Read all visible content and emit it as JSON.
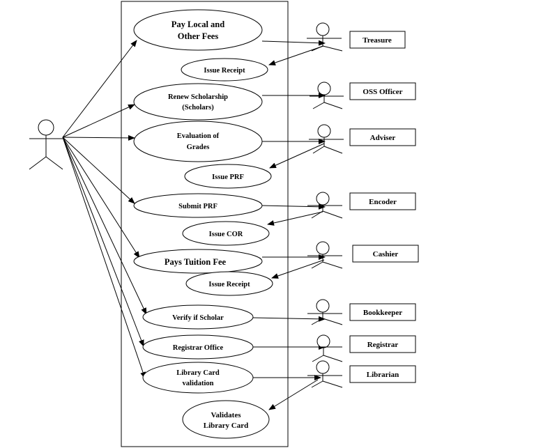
{
  "use_cases": [
    {
      "id": "pay-fees",
      "lines": [
        "Pay Local and",
        "Other Fees"
      ]
    },
    {
      "id": "issue-receipt-1",
      "lines": [
        "Issue Receipt"
      ]
    },
    {
      "id": "renew-scholarship",
      "lines": [
        "Renew Scholarship",
        "(Scholars)"
      ]
    },
    {
      "id": "evaluation-grades",
      "lines": [
        "Evaluation of",
        "Grades"
      ]
    },
    {
      "id": "issue-prf",
      "lines": [
        "Issue PRF"
      ]
    },
    {
      "id": "submit-prf",
      "lines": [
        "Submit PRF"
      ]
    },
    {
      "id": "issue-cor",
      "lines": [
        "Issue COR"
      ]
    },
    {
      "id": "pays-tuition",
      "lines": [
        "Pays Tuition Fee"
      ]
    },
    {
      "id": "issue-receipt-2",
      "lines": [
        "Issue Receipt"
      ]
    },
    {
      "id": "verify-scholar",
      "lines": [
        "Verify if Scholar"
      ]
    },
    {
      "id": "registrar-office",
      "lines": [
        "Registrar Office"
      ]
    },
    {
      "id": "library-card-validation",
      "lines": [
        "Library Card",
        "validation"
      ]
    },
    {
      "id": "validates-library-card",
      "lines": [
        "Validates",
        "Library Card"
      ]
    }
  ],
  "actors": [
    {
      "id": "treasure",
      "label": "Treasure"
    },
    {
      "id": "oss-officer",
      "label": "OSS Officer"
    },
    {
      "id": "adviser",
      "label": "Adviser"
    },
    {
      "id": "encoder",
      "label": "Encoder"
    },
    {
      "id": "cashier",
      "label": "Cashier"
    },
    {
      "id": "bookkeeper",
      "label": "Bookkeeper"
    },
    {
      "id": "registrar",
      "label": "Registrar"
    },
    {
      "id": "librarian",
      "label": "Librarian"
    }
  ]
}
